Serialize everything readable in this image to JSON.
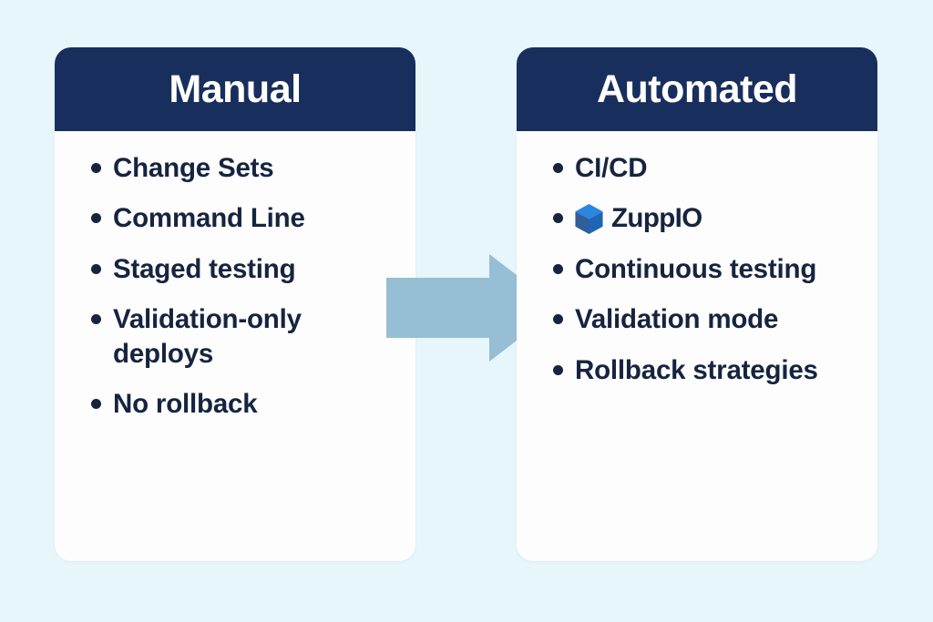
{
  "theme": {
    "background": "#e7f6fb",
    "card_background": "#fdfdfd",
    "header_navy": "#182f5d",
    "text_navy": "#16243f",
    "arrow_blue": "#96bed5",
    "logo_blue_top": "#2a86e0",
    "logo_blue_right": "#1f64b5",
    "logo_blue_left": "#2a5e9e"
  },
  "columns": [
    {
      "id": "manual",
      "title": "Manual",
      "items": [
        {
          "label": "Change Sets",
          "icon": null
        },
        {
          "label": "Command Line",
          "icon": null
        },
        {
          "label": "Staged testing",
          "icon": null
        },
        {
          "label": "Validation-only deploys",
          "icon": null
        },
        {
          "label": "No rollback",
          "icon": null
        }
      ]
    },
    {
      "id": "automated",
      "title": "Automated",
      "items": [
        {
          "label": "CI/CD",
          "icon": null
        },
        {
          "label": "ZuppIO",
          "icon": "cube-logo-icon"
        },
        {
          "label": "Continuous testing",
          "icon": null
        },
        {
          "label": "Validation mode",
          "icon": null
        },
        {
          "label": "Rollback strategies",
          "icon": null
        }
      ]
    }
  ],
  "arrow": {
    "icon": "right-arrow-icon",
    "direction": "right"
  }
}
